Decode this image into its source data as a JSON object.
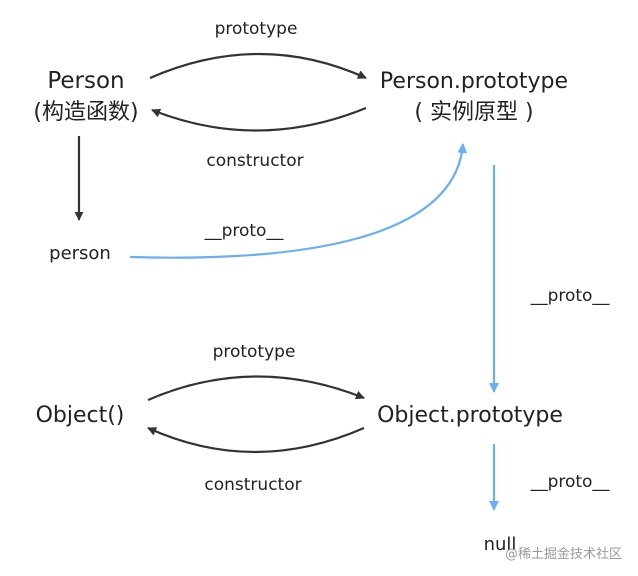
{
  "colors": {
    "text": "#222222",
    "black_arrow": "#333333",
    "blue_arrow": "#6aaef5",
    "watermark": "#9a9a9a"
  },
  "nodes": {
    "person_ctor_line1": "Person",
    "person_ctor_line2": "(构造函数)",
    "person_proto_line1": "Person.prototype",
    "person_proto_line2": "( 实例原型 )",
    "person_instance": "person",
    "object_ctor": "Object()",
    "object_proto": "Object.prototype",
    "null_node": "null"
  },
  "edges": {
    "prototype_top": "prototype",
    "constructor_top": "constructor",
    "proto_person": "__proto__",
    "proto_person_prototype": "__proto__",
    "prototype_bottom": "prototype",
    "constructor_bottom": "constructor",
    "proto_object_prototype": "__proto__"
  },
  "watermark": {
    "text": "@稀土掘金技术社区"
  }
}
